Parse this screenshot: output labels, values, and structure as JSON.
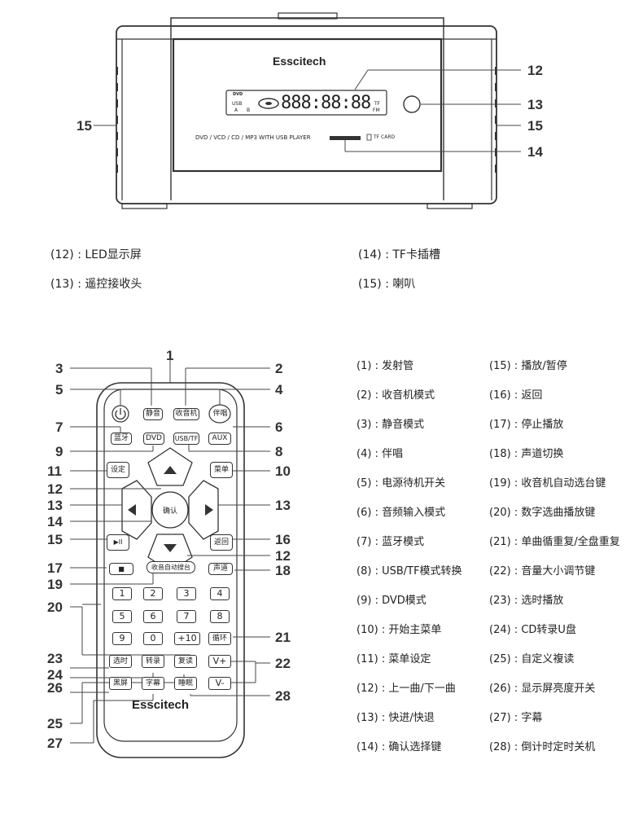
{
  "device": {
    "brand": "Esscitech",
    "lcd_digits": "888:88:88",
    "lcd_left_top": "DVD",
    "lcd_left_mid": "USB",
    "lcd_left_bot": "A",
    "lcd_left_bot2": "B",
    "lcd_right_mid": "TF",
    "lcd_right_bot": "FM",
    "caption": "DVD / VCD / CD / MP3 WITH USB PLAYER",
    "tf_card": "TF CARD",
    "callouts": {
      "c12": "12",
      "c13": "13",
      "c14": "14",
      "c15_right": "15",
      "c15_left": "15"
    }
  },
  "device_legend": [
    {
      "num": "(12)",
      "text": ": LED显示屏"
    },
    {
      "num": "(13)",
      "text": ": 遥控接收头"
    },
    {
      "num": "(14)",
      "text": ": TF卡插槽"
    },
    {
      "num": "(15)",
      "text": ": 喇叭"
    }
  ],
  "remote": {
    "brand": "Esscitech",
    "keys": {
      "mute": "静音",
      "radio": "收音机",
      "karaoke": "伴唱",
      "bluetooth": "蓝牙",
      "dvd": "DVD",
      "usbtf": "USB/TF",
      "aux": "AUX",
      "setup": "设定",
      "menu": "菜单",
      "ok": "确认",
      "play": "▶II",
      "back": "返回",
      "stop": "■",
      "autoscan": "收音自动搜台",
      "channel": "声道",
      "n1": "1",
      "n2": "2",
      "n3": "3",
      "n4": "4",
      "n5": "5",
      "n6": "6",
      "n7": "7",
      "n8": "8",
      "n9": "9",
      "n0": "0",
      "n10": "+10",
      "loop": "循环",
      "select_time": "选时",
      "record": "转录",
      "repeat": "复读",
      "volup": "V+",
      "screen_off": "黑屏",
      "subtitle": "字幕",
      "sleep": "睡眠",
      "voldown": "V-"
    },
    "callouts": {
      "l3": "3",
      "l1": "1",
      "l2": "2",
      "l5": "5",
      "l4": "4",
      "l7": "7",
      "l6": "6",
      "l9": "9",
      "l8": "8",
      "l11": "11",
      "l10": "10",
      "l12a": "12",
      "l13a": "13",
      "l13b": "13",
      "l14": "14",
      "l15": "15",
      "l16": "16",
      "l12b": "12",
      "l17": "17",
      "l18": "18",
      "l19": "19",
      "l20": "20",
      "l21": "21",
      "l23": "23",
      "l22": "22",
      "l24": "24",
      "l26": "26",
      "l28": "28",
      "l25": "25",
      "l27": "27"
    }
  },
  "remote_legend": {
    "left": [
      {
        "num": "(1)",
        "text": ": 发射管"
      },
      {
        "num": "(2)",
        "text": ": 收音机模式"
      },
      {
        "num": "(3)",
        "text": ": 静音模式"
      },
      {
        "num": "(4)",
        "text": ": 伴唱"
      },
      {
        "num": "(5)",
        "text": ": 电源待机开关"
      },
      {
        "num": "(6)",
        "text": ": 音频输入模式"
      },
      {
        "num": "(7)",
        "text": ": 蓝牙模式"
      },
      {
        "num": "(8)",
        "text": ": USB/TF模式转换"
      },
      {
        "num": "(9)",
        "text": ": DVD模式"
      },
      {
        "num": "(10)",
        "text": ": 开始主菜单"
      },
      {
        "num": "(11)",
        "text": ": 菜单设定"
      },
      {
        "num": "(12)",
        "text": ": 上一曲/下一曲"
      },
      {
        "num": "(13)",
        "text": ": 快进/快退"
      },
      {
        "num": "(14)",
        "text": ": 确认选择键"
      }
    ],
    "right": [
      {
        "num": "(15)",
        "text": ": 播放/暂停"
      },
      {
        "num": "(16)",
        "text": ": 返回"
      },
      {
        "num": "(17)",
        "text": ": 停止播放"
      },
      {
        "num": "(18)",
        "text": ": 声道切换"
      },
      {
        "num": "(19)",
        "text": ": 收音机自动选台键"
      },
      {
        "num": "(20)",
        "text": ": 数字选曲播放键"
      },
      {
        "num": "(21)",
        "text": ": 单曲循重复/全盘重复"
      },
      {
        "num": "(22)",
        "text": ": 音量大小调节键"
      },
      {
        "num": "(23)",
        "text": ": 选时播放"
      },
      {
        "num": "(24)",
        "text": ": CD转录U盘"
      },
      {
        "num": "(25)",
        "text": ": 自定义複读"
      },
      {
        "num": "(26)",
        "text": ": 显示屏亮度开关"
      },
      {
        "num": "(27)",
        "text": ": 字幕"
      },
      {
        "num": "(28)",
        "text": ": 倒计时定时关机"
      }
    ]
  }
}
